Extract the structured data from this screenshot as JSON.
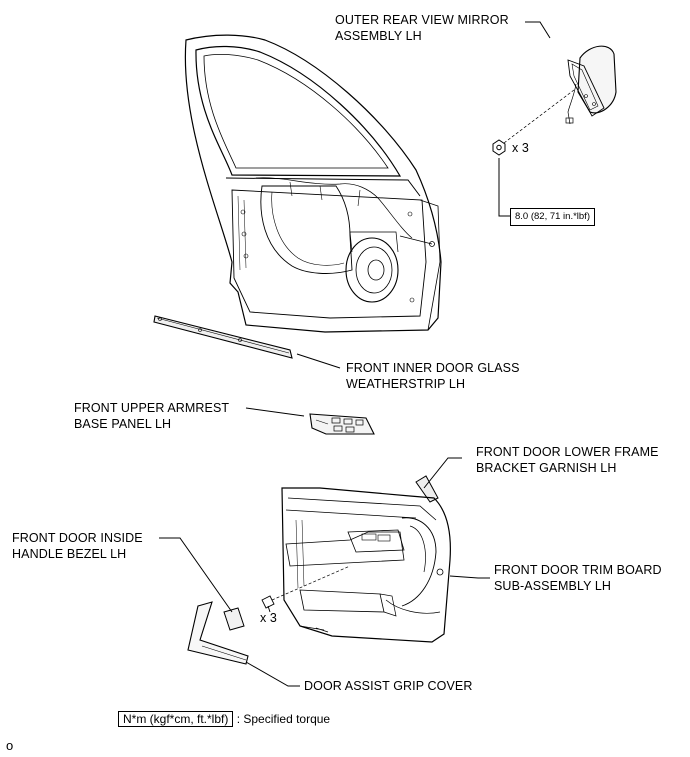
{
  "labels": {
    "mirror": [
      "OUTER REAR VIEW MIRROR",
      "ASSEMBLY LH"
    ],
    "weatherstrip": [
      "FRONT INNER DOOR GLASS",
      "WEATHERSTRIP LH"
    ],
    "armrest": [
      "FRONT UPPER ARMREST",
      "BASE PANEL LH"
    ],
    "garnish": [
      "FRONT DOOR LOWER FRAME",
      "BRACKET GARNISH LH"
    ],
    "bezel": [
      "FRONT DOOR INSIDE",
      "HANDLE BEZEL LH"
    ],
    "trim_board": [
      "FRONT DOOR TRIM BOARD",
      "SUB-ASSEMBLY LH"
    ],
    "grip_cover": "DOOR ASSIST GRIP COVER"
  },
  "quantities": {
    "mirror_nuts": "x 3",
    "trim_screws": "x 3"
  },
  "torque": {
    "mirror_nut": "8.0 (82, 71 in.*lbf)"
  },
  "legend": {
    "unit": "N*m (kgf*cm, ft.*lbf)",
    "meaning": ": Specified torque"
  },
  "footer_mark": "o"
}
